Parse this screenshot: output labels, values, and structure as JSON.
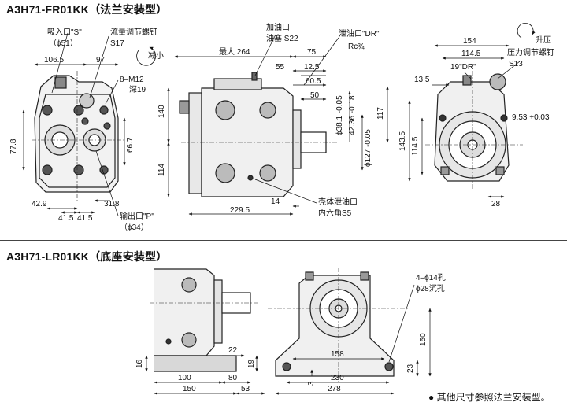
{
  "section1": {
    "title": "A3H71-FR01KK（法兰安装型）",
    "front_view": {
      "callouts": [
        "吸入口\"S\"",
        "（ϕ51）",
        "流量调节螺钉",
        "S17",
        "减小",
        "8–M12",
        "深19",
        "输出口\"P\"",
        "（ϕ34）"
      ],
      "dims": [
        "106.5",
        "97",
        "77.8",
        "66.7",
        "42.9",
        "41.5",
        "41.5",
        "31.8"
      ]
    },
    "side_view": {
      "callouts": [
        "加油口",
        "油塞 S22",
        "泄油口\"DR\"",
        "Rc¾",
        "壳体泄油口",
        "内六角S5"
      ],
      "dims": [
        "最大 264",
        "75",
        "55",
        "12.5",
        "60.5",
        "50",
        "140",
        "114",
        "117",
        "ϕ38.1 -0.05",
        "42.36 -0.18",
        "ϕ127 -0.05",
        "14",
        "229.5"
      ]
    },
    "right_view": {
      "callouts": [
        "升压",
        "压力调节螺钉",
        "S13",
        "19\"DR\""
      ],
      "dims": [
        "154",
        "114.5",
        "13.5",
        "9.53 +0.03",
        "143.5",
        "114.5",
        "28"
      ]
    }
  },
  "section2": {
    "title": "A3H71-LR01KK（底座安装型）",
    "side_view": {
      "dims": [
        "22",
        "16",
        "19",
        "100",
        "80",
        "150",
        "53"
      ]
    },
    "front_view": {
      "callouts": [
        "4–ϕ14孔",
        "ϕ28沉孔"
      ],
      "dims": [
        "158",
        "230",
        "278",
        "3",
        "23",
        "150"
      ]
    }
  },
  "footnote": "● 其他尺寸参照法兰安装型。"
}
